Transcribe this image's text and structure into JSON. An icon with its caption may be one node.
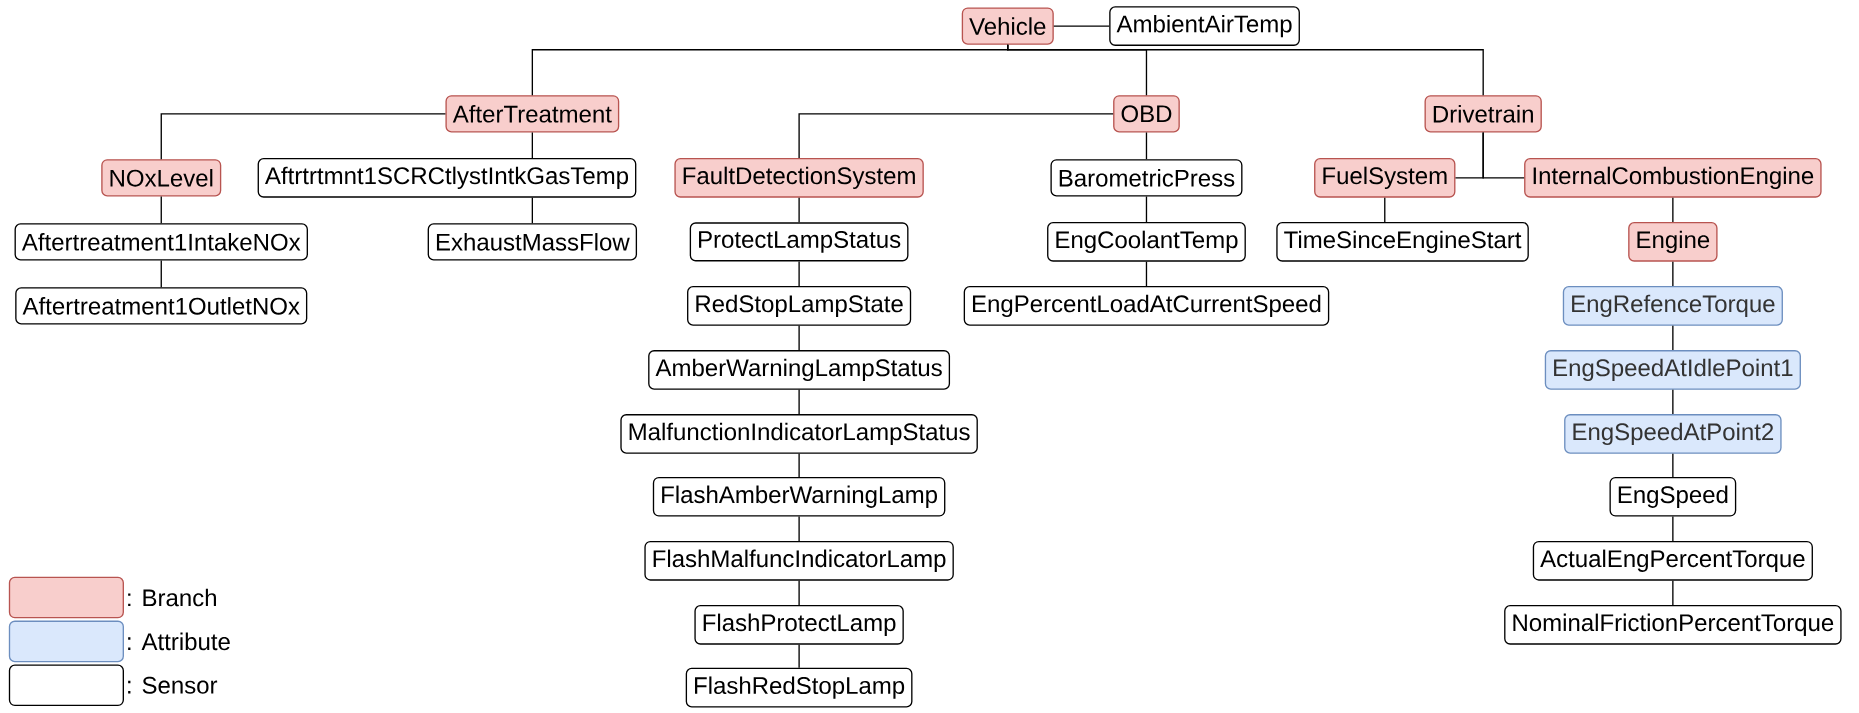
{
  "diagram": {
    "nodes": [
      {
        "text": [
          "Vehicle"
        ]
      },
      {
        "text": [
          "AmbientAirTemp"
        ]
      },
      {
        "text": [
          "AfterTreatment"
        ]
      },
      {
        "text": [
          "OBD"
        ]
      },
      {
        "text": [
          "Drivetrain"
        ]
      },
      {
        "text": [
          "NOxLevel"
        ]
      },
      {
        "text": [
          "Aftrtrtmnt1SCRCtlystIntkGasTemp"
        ]
      },
      {
        "text": [
          "FaultDetectionSystem"
        ]
      },
      {
        "text": [
          "BarometricPress"
        ]
      },
      {
        "text": [
          "FuelSystem"
        ]
      },
      {
        "text": [
          "InternalCombustionEngine"
        ]
      },
      {
        "text": [
          "Aftertreatment1IntakeNOx"
        ]
      },
      {
        "text": [
          "ExhaustMassFlow"
        ]
      },
      {
        "text": [
          "ProtectLampStatus"
        ]
      },
      {
        "text": [
          "EngCoolantTemp"
        ]
      },
      {
        "text": [
          "TimeSinceEngineStart"
        ]
      },
      {
        "text": [
          "Engine"
        ]
      },
      {
        "text": [
          "Aftertreatment1OutletNOx"
        ]
      },
      {
        "text": [
          "RedStopLampState"
        ]
      },
      {
        "text": [
          "EngPercentLoadAtCurrentSpeed"
        ]
      },
      {
        "text": [
          "EngRefenceTorque"
        ]
      },
      {
        "text": [
          "AmberWarningLampStatus"
        ]
      },
      {
        "text": [
          "EngSpeedAtIdlePoint1"
        ]
      },
      {
        "text": [
          "MalfunctionIndicatorLampStatus"
        ]
      },
      {
        "text": [
          "EngSpeedAtPoint2"
        ]
      },
      {
        "text": [
          "FlashAmberWarningLamp"
        ]
      },
      {
        "text": [
          "EngSpeed"
        ]
      },
      {
        "text": [
          "FlashMalfuncIndicatorLamp"
        ]
      },
      {
        "text": [
          "ActualEngPercentTorque"
        ]
      },
      {
        "text": [
          "FlashProtectLamp"
        ]
      },
      {
        "text": [
          "NominalFrictionPercentTorque"
        ]
      },
      {
        "text": [
          "FlashRedStopLamp"
        ]
      }
    ],
    "edges": [
      {
        "from": 0,
        "to": 1,
        "arrow": "none"
      },
      {
        "from": 0,
        "to": 2,
        "arrow": "none"
      },
      {
        "from": 0,
        "to": 3,
        "arrow": "none"
      },
      {
        "from": 0,
        "to": 4,
        "arrow": "none"
      },
      {
        "from": 2,
        "to": 5,
        "arrow": "none"
      },
      {
        "from": 2,
        "to": 6,
        "arrow": "none"
      },
      {
        "from": 3,
        "to": 7,
        "arrow": "none"
      },
      {
        "from": 3,
        "to": 8,
        "arrow": "none"
      },
      {
        "from": 4,
        "to": 9,
        "arrow": "none"
      },
      {
        "from": 4,
        "to": 10,
        "arrow": "none"
      },
      {
        "from": 5,
        "to": 11,
        "arrow": "none"
      },
      {
        "from": 6,
        "to": 12,
        "arrow": "none"
      },
      {
        "from": 7,
        "to": 13,
        "arrow": "none"
      },
      {
        "from": 8,
        "to": 14,
        "arrow": "none"
      },
      {
        "from": 9,
        "to": 15,
        "arrow": "none"
      },
      {
        "from": 10,
        "to": 16,
        "arrow": "none"
      },
      {
        "from": 11,
        "to": 17,
        "arrow": "none"
      },
      {
        "from": 13,
        "to": 18,
        "arrow": "none"
      },
      {
        "from": 18,
        "to": 21,
        "arrow": "none"
      },
      {
        "from": 21,
        "to": 23,
        "arrow": "none"
      },
      {
        "from": 23,
        "to": 25,
        "arrow": "none"
      },
      {
        "from": 25,
        "to": 27,
        "arrow": "none"
      },
      {
        "from": 27,
        "to": 29,
        "arrow": "none"
      },
      {
        "from": 29,
        "to": 31,
        "arrow": "none"
      },
      {
        "from": 14,
        "to": 19,
        "arrow": "none"
      },
      {
        "from": 16,
        "to": 20,
        "arrow": "none"
      },
      {
        "from": 20,
        "to": 22,
        "arrow": "none"
      },
      {
        "from": 22,
        "to": 24,
        "arrow": "none"
      },
      {
        "from": 24,
        "to": 26,
        "arrow": "none"
      },
      {
        "from": 26,
        "to": 28,
        "arrow": "none"
      },
      {
        "from": 28,
        "to": 30,
        "arrow": "none"
      }
    ],
    "legend": [
      {
        "text": ": Branch",
        "color": "#f8cecc"
      },
      {
        "text": ": Attribute",
        "color": "#dae8fc"
      },
      {
        "text": ": Sensor"
      }
    ]
  }
}
